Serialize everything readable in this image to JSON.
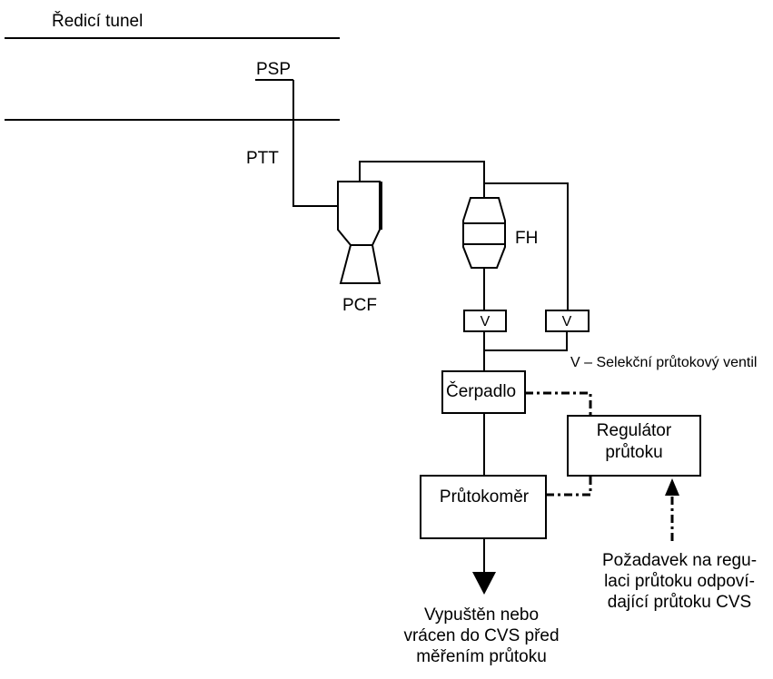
{
  "labels": {
    "tunnel": "Ředicí tunel",
    "psp": "PSP",
    "ptt": "PTT",
    "pcf": "PCF",
    "fh": "FH",
    "valve_left": "V",
    "valve_right": "V",
    "valve_legend": "V – Selekční průtokový ventil",
    "pump": "Čerpadlo",
    "regulator": [
      "Regulátor",
      "průtoku"
    ],
    "flowmeter": "Průtokoměr",
    "request": [
      "Požadavek na regu-",
      "laci průtoku odpoví-",
      "dající průtoku CVS"
    ],
    "discharge": [
      "Vypuštěn nebo",
      "vrácen do CVS před",
      "měřením průtoku"
    ]
  }
}
